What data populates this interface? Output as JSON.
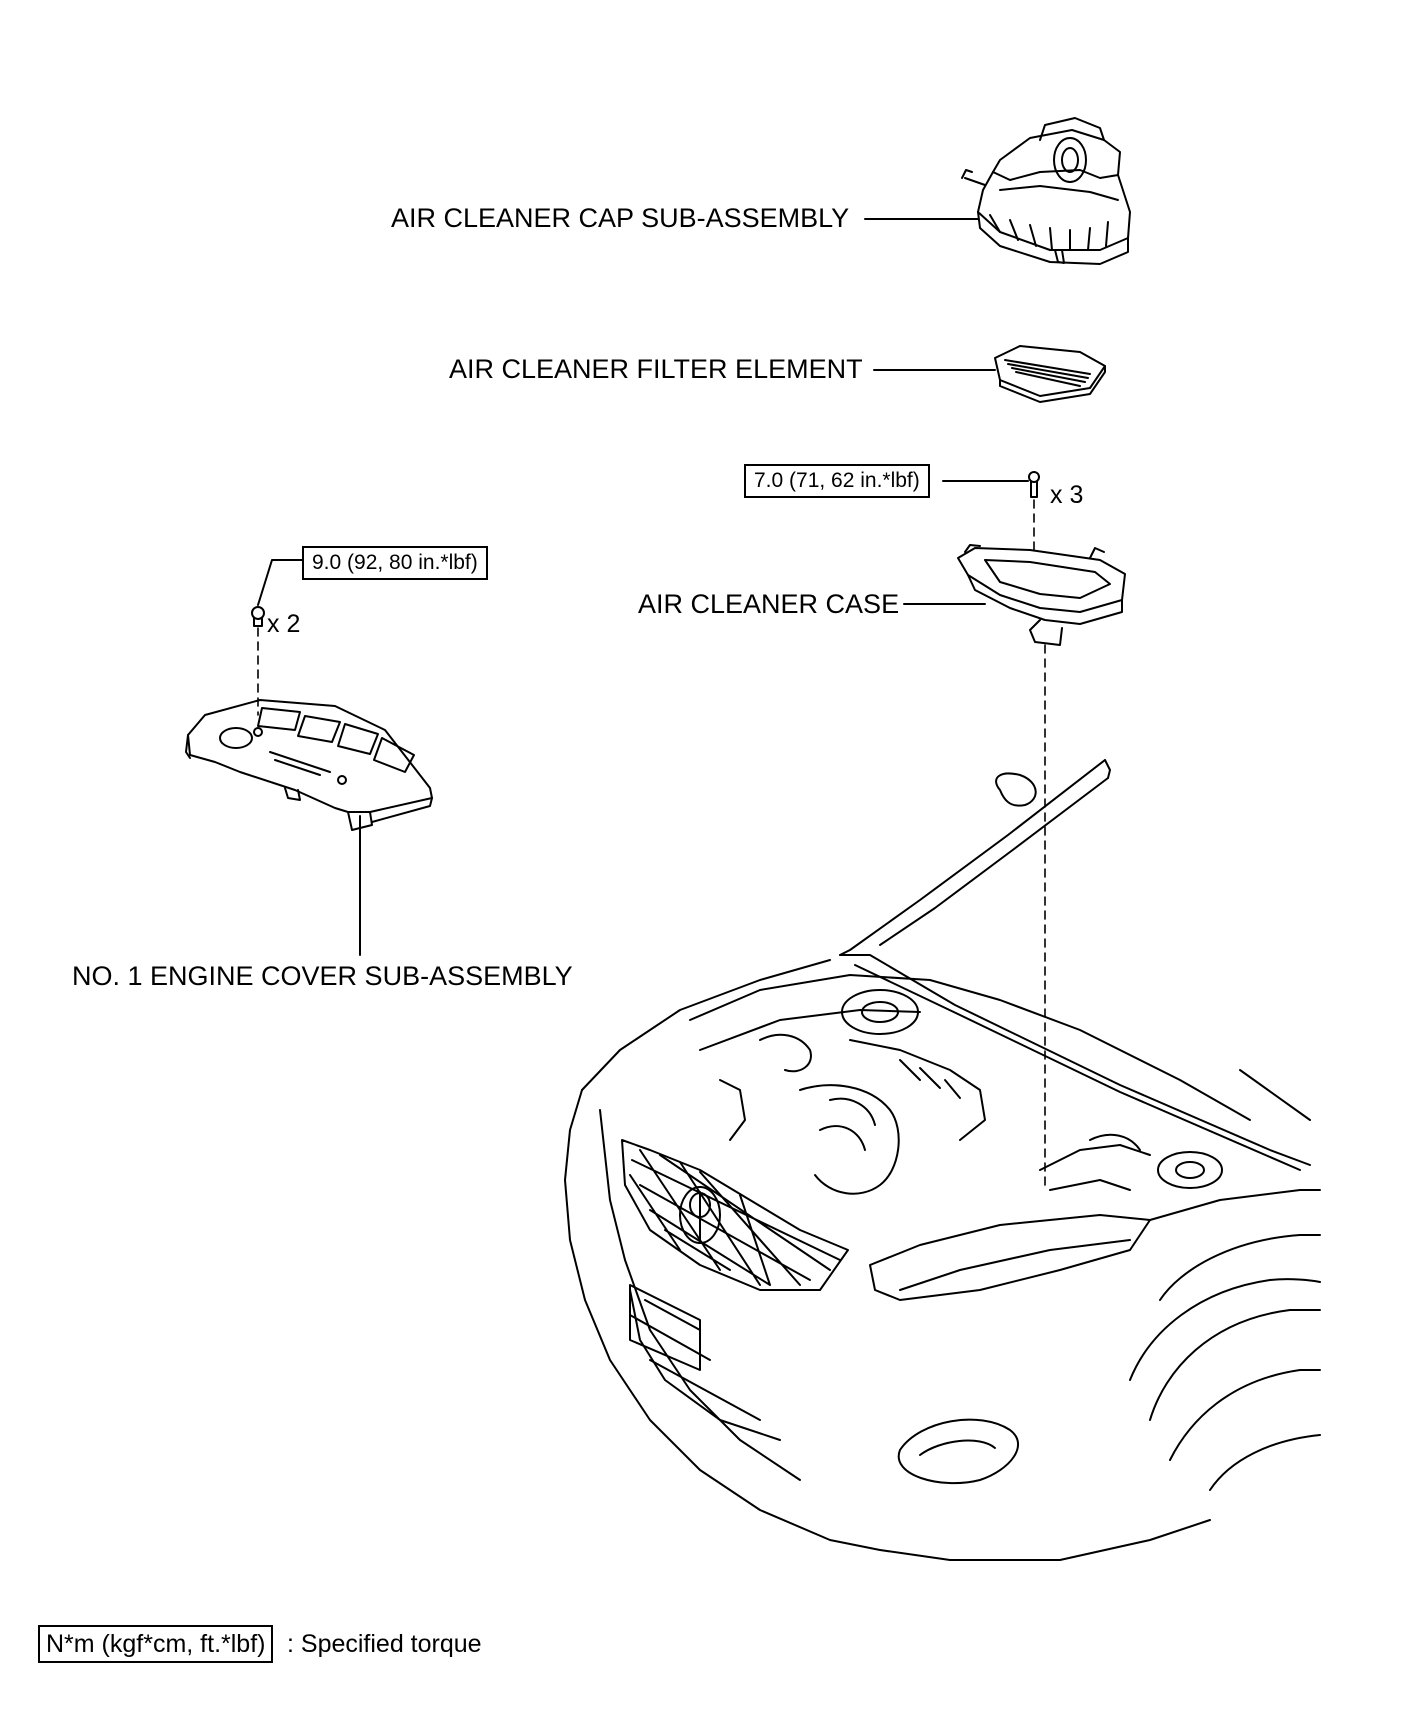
{
  "parts": {
    "cap_label": "AIR CLEANER CAP SUB-ASSEMBLY",
    "filter_label": "AIR CLEANER FILTER ELEMENT",
    "case_label": "AIR CLEANER CASE",
    "engine_cover_label": "NO. 1 ENGINE COVER SUB-ASSEMBLY"
  },
  "torques": {
    "case_bolt": "7.0 (71, 62 in.*lbf)",
    "case_bolt_qty": "x 3",
    "cover_nut": "9.0 (92, 80 in.*lbf)",
    "cover_nut_qty": "x 2"
  },
  "legend": {
    "unit_box": "N*m (kgf*cm, ft.*lbf)",
    "description": ": Specified torque"
  }
}
